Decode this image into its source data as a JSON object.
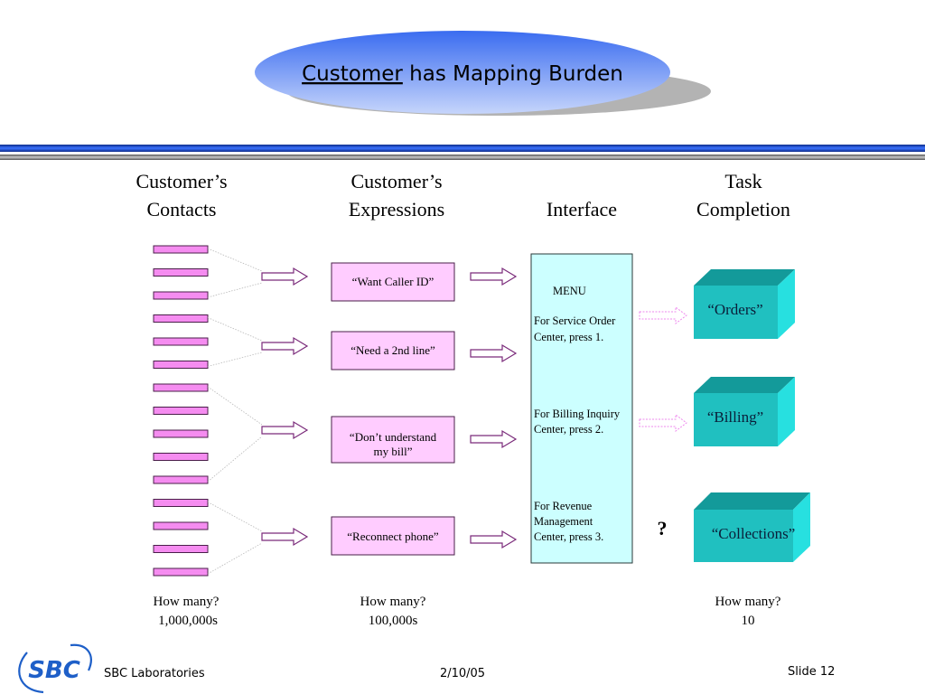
{
  "slide": {
    "title_underlined": "Customer",
    "title_rest": " has Mapping Burden",
    "colors": {
      "title_ellipse_top": "#3d6ff0",
      "title_ellipse_bottom": "#c3d2fb",
      "rule_blue": "#2255dd",
      "rule_gray": "#9a9a9a",
      "contact_fill": "#f58cf0",
      "contact_stroke": "#4a1f4a",
      "expression_fill": "#ffccff",
      "arrow_stroke": "#7a2a7a",
      "interface_fill": "#ccffff",
      "cube_front": "#20c0c0",
      "cube_top": "#139a9a",
      "cube_side": "#27e0e0",
      "dotted_arrow": "#ee88ee",
      "logo_blue": "#1e5fc8"
    }
  },
  "columns": {
    "contacts": {
      "line1": "Customer’s",
      "line2": "Contacts"
    },
    "expressions": {
      "line1": "Customer’s",
      "line2": "Expressions"
    },
    "interface": {
      "line1": "Interface"
    },
    "completion": {
      "line1": "Task",
      "line2": "Completion"
    }
  },
  "contacts": {
    "count": 15,
    "groups": [
      3,
      3,
      5,
      4
    ]
  },
  "expressions": [
    {
      "lines": [
        "“Want Caller ID”"
      ]
    },
    {
      "lines": [
        "“Need a 2nd line”"
      ]
    },
    {
      "lines": [
        "“Don’t understand",
        "my bill”"
      ]
    },
    {
      "lines": [
        "“Reconnect phone”"
      ]
    }
  ],
  "interface": {
    "heading": "MENU",
    "options": [
      {
        "lines": [
          "For Service Order",
          "Center, press 1."
        ]
      },
      {
        "lines": [
          "For Billing Inquiry",
          "Center, press 2."
        ]
      },
      {
        "lines": [
          "For Revenue",
          "Management",
          "Center, press 3."
        ]
      }
    ]
  },
  "tasks": [
    {
      "label": "“Orders”",
      "connected": true
    },
    {
      "label": "“Billing”",
      "connected": true
    },
    {
      "label": "“Collections”",
      "connected": false
    }
  ],
  "unknown_mark": "?",
  "counts": {
    "contacts": {
      "question": "How many?",
      "value": "1,000,000s"
    },
    "expressions": {
      "question": "How many?",
      "value": "100,000s"
    },
    "tasks": {
      "question": "How many?",
      "value": "10"
    }
  },
  "footer": {
    "logo_text": "SBC",
    "organization": "SBC Laboratories",
    "date": "2/10/05",
    "slide_label": "Slide 12"
  }
}
